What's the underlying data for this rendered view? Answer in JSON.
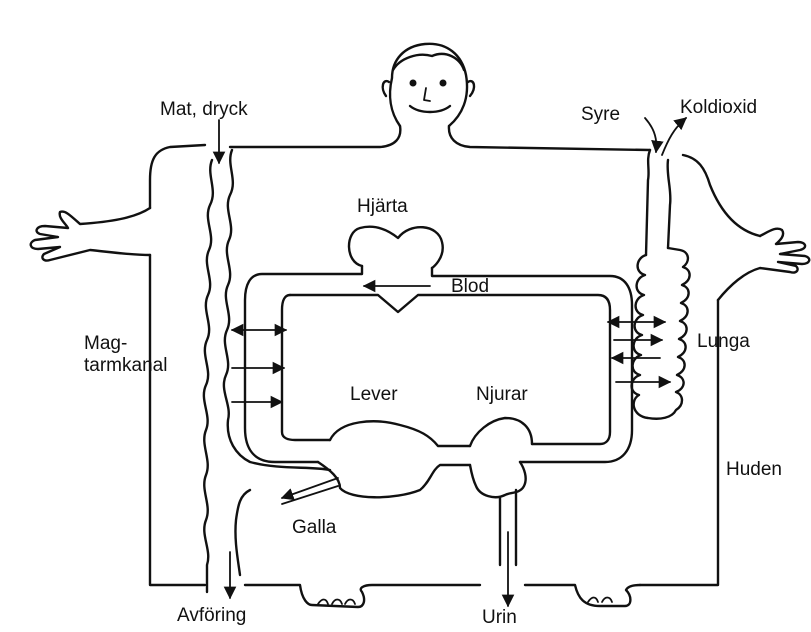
{
  "labels": {
    "mat_dryck": "Mat, dryck",
    "syre": "Syre",
    "koldioxid": "Koldioxid",
    "hjarta": "Hjärta",
    "blod": "Blod",
    "mag": "Mag-",
    "tarmkanal": "tarmkanal",
    "lunga": "Lunga",
    "lever": "Lever",
    "njurar": "Njurar",
    "huden": "Huden",
    "galla": "Galla",
    "avforing": "Avföring",
    "urin": "Urin"
  },
  "colors": {
    "ink": "#111111",
    "paper": "#ffffff"
  }
}
